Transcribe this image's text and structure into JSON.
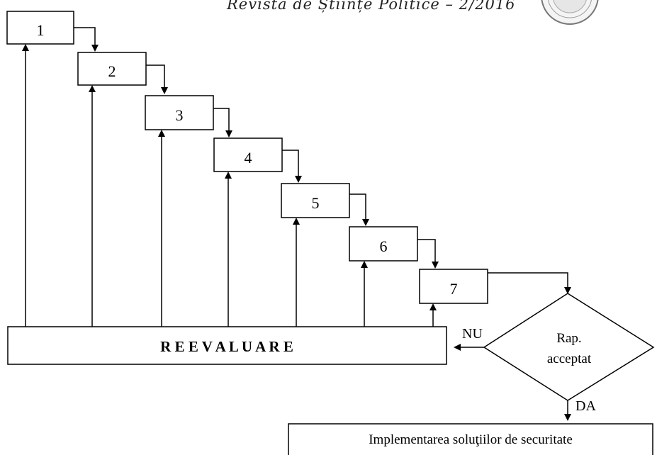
{
  "header": {
    "journal_text": "Revista de Științe Politice – 2/2016"
  },
  "steps": [
    "1",
    "2",
    "3",
    "4",
    "5",
    "6",
    "7"
  ],
  "reevaluation_label": "R E E V A L U A R E",
  "decision": {
    "line1": "Rap.",
    "line2": "acceptat",
    "no_label": "NU",
    "yes_label": "DA"
  },
  "implementation_label": "Implementarea soluţiilor de securitate"
}
